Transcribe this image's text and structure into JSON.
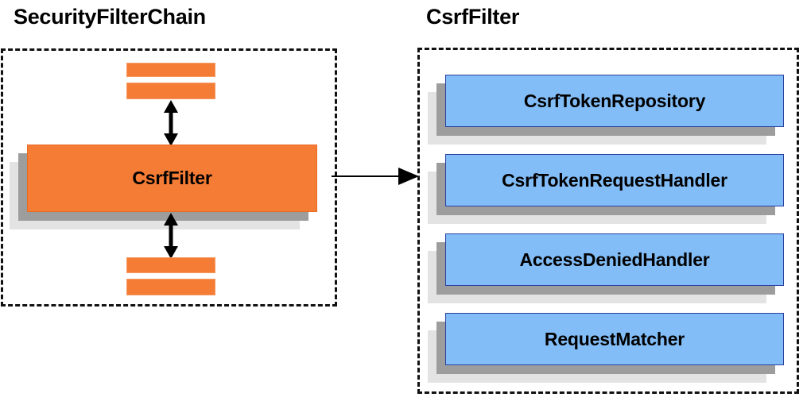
{
  "diagram": {
    "background_color": "#ffffff",
    "orange_color": "#f57c35",
    "blue_color": "#82bdf7",
    "shadow_dark": "#9d9d9d",
    "shadow_light": "#e3e3e3",
    "stroke_color": "#111111"
  },
  "left_panel": {
    "title": "SecurityFilterChain",
    "main_filter": {
      "label": "CsrfFilter"
    },
    "top_bars": [
      {
        "name": "filter-bar-top-1"
      },
      {
        "name": "filter-bar-top-2"
      }
    ],
    "bottom_bars": [
      {
        "name": "filter-bar-bottom-1"
      },
      {
        "name": "filter-bar-bottom-2"
      }
    ],
    "arrows": [
      {
        "name": "arrow-up-down-top",
        "direction": "bidirectional"
      },
      {
        "name": "arrow-up-down-bottom",
        "direction": "bidirectional"
      }
    ]
  },
  "right_panel": {
    "title": "CsrfFilter",
    "collaborators": [
      {
        "label": "CsrfTokenRepository"
      },
      {
        "label": "CsrfTokenRequestHandler"
      },
      {
        "label": "AccessDeniedHandler"
      },
      {
        "label": "RequestMatcher"
      }
    ]
  },
  "connector": {
    "name": "arrow-left-to-right",
    "direction": "right"
  }
}
